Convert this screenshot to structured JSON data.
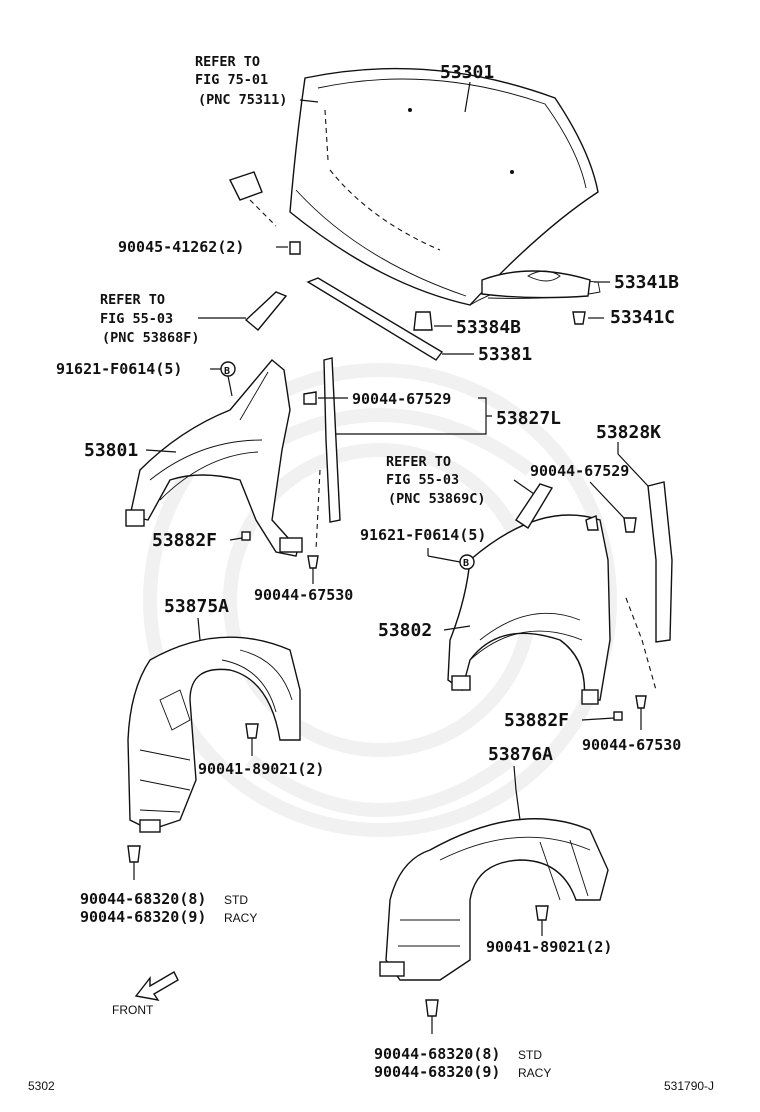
{
  "header": {
    "hood_part": "53301"
  },
  "callouts": {
    "ref_75_l1": "REFER TO",
    "ref_75_l2": "FIG 75-01",
    "ref_75_l3": "(PNC 75311)",
    "p_90045": "90045-41262(2)",
    "p_53341B": "53341B",
    "p_53341C": "53341C",
    "ref_5503a_l1": "REFER TO",
    "ref_5503a_l2": "FIG 55-03",
    "ref_5503a_l3": "(PNC 53868F)",
    "p_53384B": "53384B",
    "p_53381": "53381",
    "p_91621_a": "91621-F0614(5)",
    "p_90044_67529_a": "90044-67529",
    "p_53827L": "53827L",
    "p_53801": "53801",
    "p_53828K": "53828K",
    "ref_5503b_l1": "REFER TO",
    "ref_5503b_l2": "FIG 55-03",
    "ref_5503b_l3": "(PNC 53869C)",
    "p_90044_67529_b": "90044-67529",
    "p_91621_b": "91621-F0614(5)",
    "p_53882F_a": "53882F",
    "p_90044_67530_a": "90044-67530",
    "p_53875A": "53875A",
    "p_53802": "53802",
    "p_53882F_b": "53882F",
    "p_90044_67530_b": "90044-67530",
    "p_53876A": "53876A",
    "p_90041_a": "90041-89021(2)",
    "p_90044_68320_a1": "90044-68320(8)",
    "p_90044_68320_a1_suffix": "STD",
    "p_90044_68320_a2": "90044-68320(9)",
    "p_90044_68320_a2_suffix": "RACY",
    "p_90041_b": "90041-89021(2)",
    "p_90044_68320_b1": "90044-68320(8)",
    "p_90044_68320_b1_suffix": "STD",
    "p_90044_68320_b2": "90044-68320(9)",
    "p_90044_68320_b2_suffix": "RACY",
    "circle_b": "B",
    "front": "FRONT"
  },
  "footer": {
    "left_code": "5302",
    "right_code": "531790-J"
  }
}
